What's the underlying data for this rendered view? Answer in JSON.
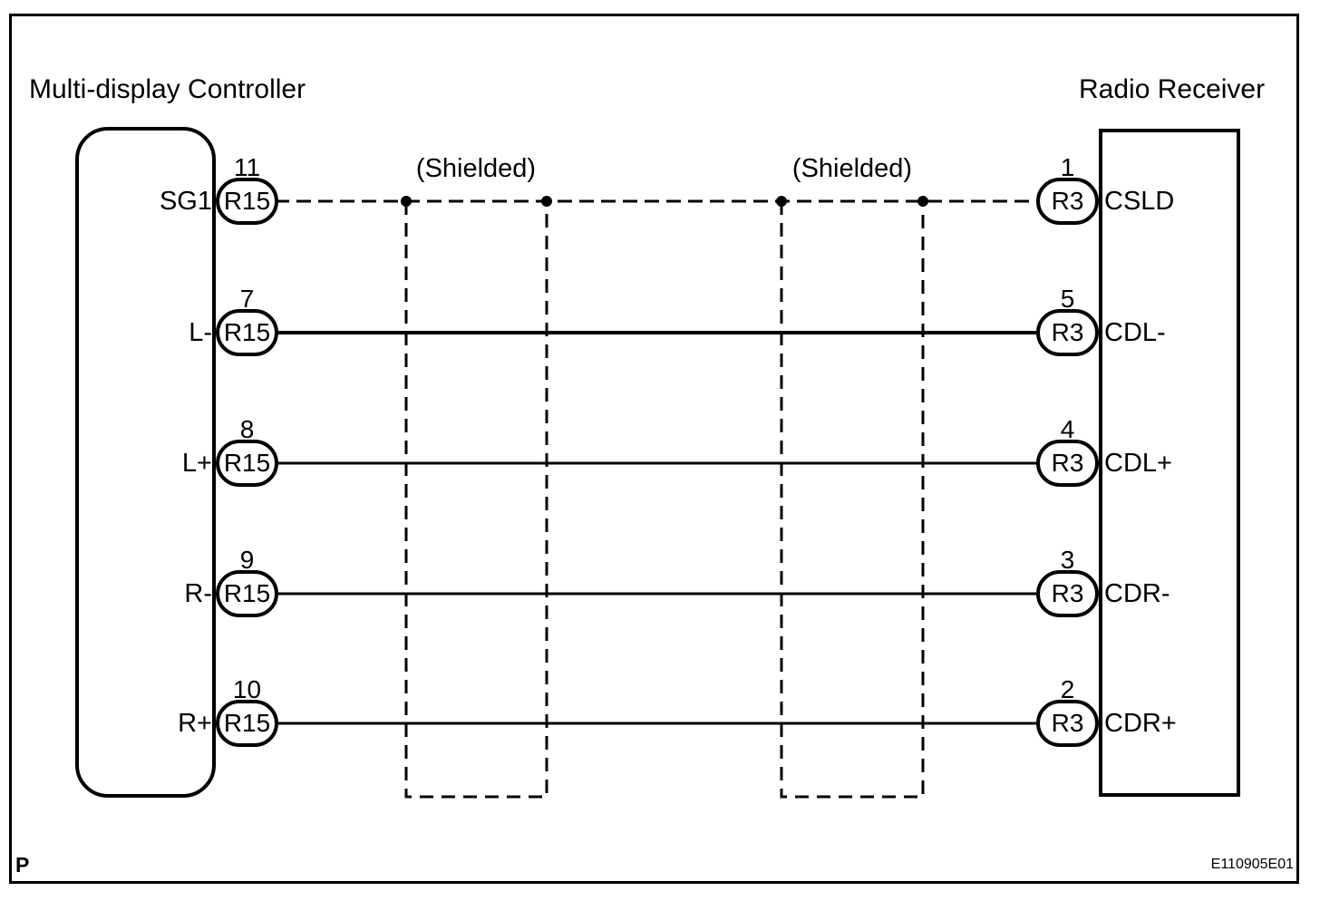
{
  "diagram": {
    "title_left": "Multi-display Controller",
    "title_right": "Radio Receiver",
    "shield_label_1": "(Shielded)",
    "shield_label_2": "(Shielded)",
    "footer_left": "P",
    "footer_right": "E110905E01",
    "colors": {
      "line": "#000000",
      "background": "#ffffff"
    },
    "rows": [
      {
        "left_pin": "11",
        "left_connector": "R15",
        "left_label": "SG1",
        "right_pin": "1",
        "right_connector": "R3",
        "right_label": "CSLD",
        "wire": "dashed"
      },
      {
        "left_pin": "7",
        "left_connector": "R15",
        "left_label": "L-",
        "right_pin": "5",
        "right_connector": "R3",
        "right_label": "CDL-",
        "wire": "solid"
      },
      {
        "left_pin": "8",
        "left_connector": "R15",
        "left_label": "L+",
        "right_pin": "4",
        "right_connector": "R3",
        "right_label": "CDL+",
        "wire": "solid"
      },
      {
        "left_pin": "9",
        "left_connector": "R15",
        "left_label": "R-",
        "right_pin": "3",
        "right_connector": "R3",
        "right_label": "CDR-",
        "wire": "solid"
      },
      {
        "left_pin": "10",
        "left_connector": "R15",
        "left_label": "R+",
        "right_pin": "2",
        "right_connector": "R3",
        "right_label": "CDR+",
        "wire": "solid"
      }
    ]
  }
}
